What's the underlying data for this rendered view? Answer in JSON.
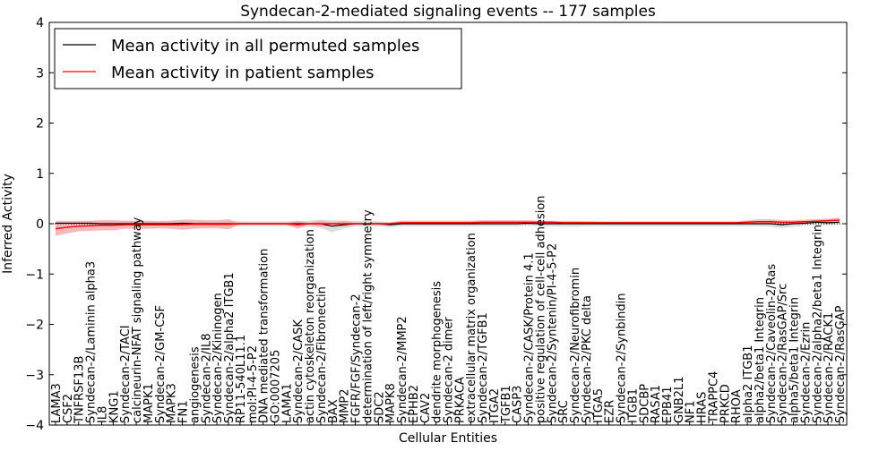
{
  "chart_data": {
    "type": "line",
    "title": "Syndecan-2-mediated signaling events -- 177 samples",
    "xlabel": "Cellular Entities",
    "ylabel": "Inferred Activity",
    "ylim": [
      -4,
      4
    ],
    "yticks": [
      -4,
      -3,
      -2,
      -1,
      0,
      1,
      2,
      3,
      4
    ],
    "grid": false,
    "legend_position": "top-left",
    "categories": [
      "LAMA3",
      "CSF2",
      "TNFRSF13B",
      "Syndecan-2/Laminin alpha3",
      "IL8",
      "KNG1",
      "Syndecan-2/TACI",
      "calcineurin-NFAT signaling pathway",
      "MAPK1",
      "Syndecan-2/GM-CSF",
      "MAPK3",
      "FN1",
      "angiogenesis",
      "Syndecan-2/IL8",
      "Syndecan-2/Kininogen",
      "Syndecan-2/alpha2 ITGB1",
      "RP11-540L11.1",
      "mol:PI-4-5-P2",
      "DNA mediated transformation",
      "GO:0007205",
      "LAMA1",
      "Syndecan-2/CASK",
      "actin cytoskeleton reorganization",
      "Syndecan-2/Fibronectin",
      "BAX",
      "MMP2",
      "FGFR/FGF/Syndecan-2",
      "determination of left/right symmetry",
      "SDC2",
      "MAPK8",
      "Syndecan-2/MMP2",
      "EPHB2",
      "CAV2",
      "dendrite morphogenesis",
      "Syndecan-2 dimer",
      "PRKACA",
      "extracellular matrix organization",
      "Syndecan-2/TGFB1",
      "ITGA2",
      "TGFB1",
      "CASP3",
      "Syndecan-2/CASK/Protein 4.1",
      "positive regulation of cell-cell adhesion",
      "Syndecan-2/Syntenin/PI-4-5-P2",
      "SRC",
      "Syndecan-2/Neurofibromin",
      "Syndecan-2/PKC delta",
      "ITGA5",
      "EZR",
      "Syndecan-2/Synbindin",
      "ITGB1",
      "SDCBP",
      "RASA1",
      "EPB41",
      "GNB2L1",
      "NF1",
      "HRAS",
      "TRAPPC4",
      "PRKCD",
      "RHOA",
      "alpha2 ITGB1",
      "alpha2/beta1 Integrin",
      "Syndecan-2/Caveolin-2/Ras",
      "Syndecan-2/RasGAP/Src",
      "alpha5/beta1 Integrin",
      "Syndecan-2/Ezrin",
      "Syndecan-2/alpha2/beta1 Integrin",
      "Syndecan-2/RACK1",
      "Syndecan-2/RasGAP"
    ],
    "series": [
      {
        "name": "Mean activity in all permuted samples",
        "color": "#000000",
        "band_color": "#d9d9d9",
        "values": [
          0.01,
          0.01,
          0.01,
          0.01,
          0,
          0,
          0,
          0,
          0,
          0,
          0,
          0.01,
          0,
          0,
          0,
          0,
          0,
          0,
          0,
          0,
          0,
          0,
          0,
          0,
          -0.05,
          -0.02,
          0,
          0,
          0,
          -0.02,
          0,
          0,
          0,
          0,
          0,
          0,
          0,
          0,
          0,
          0,
          0,
          0.01,
          0,
          0,
          0,
          0,
          0,
          0,
          0,
          0,
          0,
          0,
          0,
          0,
          0,
          0,
          0,
          0,
          0,
          0,
          0,
          0,
          0,
          -0.02,
          0,
          0.01,
          0.03,
          0.02,
          0.03
        ],
        "band_halfwidth": [
          0.05,
          0.05,
          0.05,
          0.05,
          0.05,
          0.05,
          0.05,
          0.05,
          0.05,
          0.05,
          0.05,
          0.05,
          0.05,
          0.05,
          0.05,
          0.05,
          0.05,
          0.05,
          0.05,
          0.05,
          0.05,
          0.05,
          0.06,
          0.08,
          0.12,
          0.08,
          0.06,
          0.05,
          0.05,
          0.05,
          0.05,
          0.05,
          0.05,
          0.05,
          0.05,
          0.05,
          0.05,
          0.05,
          0.05,
          0.05,
          0.05,
          0.05,
          0.05,
          0.05,
          0.06,
          0.06,
          0.05,
          0.05,
          0.05,
          0.05,
          0.05,
          0.05,
          0.05,
          0.05,
          0.05,
          0.05,
          0.05,
          0.05,
          0.05,
          0.05,
          0.05,
          0.05,
          0.06,
          0.07,
          0.06,
          0.05,
          0.05,
          0.05,
          0.05
        ]
      },
      {
        "name": "Mean activity in patient samples",
        "color": "#ff0000",
        "band_color": "#f4a6a6",
        "values": [
          -0.1,
          -0.07,
          -0.05,
          -0.04,
          -0.03,
          -0.03,
          -0.02,
          -0.02,
          -0.02,
          -0.02,
          -0.02,
          -0.02,
          -0.01,
          -0.01,
          -0.01,
          -0.01,
          0,
          0,
          0,
          0,
          0,
          -0.02,
          0,
          0,
          0,
          0,
          0,
          0,
          0,
          0,
          0.02,
          0.02,
          0.02,
          0.02,
          0.02,
          0.02,
          0.02,
          0.03,
          0.03,
          0.03,
          0.03,
          0.03,
          0.03,
          0.03,
          0.02,
          0.02,
          0.02,
          0.02,
          0.02,
          0.02,
          0.02,
          0.02,
          0.02,
          0.02,
          0.02,
          0.02,
          0.02,
          0.02,
          0.02,
          0.02,
          0.03,
          0.04,
          0.04,
          0.03,
          0.03,
          0.04,
          0.05,
          0.06,
          0.07
        ],
        "band_halfwidth": [
          0.14,
          0.12,
          0.1,
          0.1,
          0.1,
          0.1,
          0.08,
          0.08,
          0.08,
          0.07,
          0.08,
          0.1,
          0.09,
          0.08,
          0.08,
          0.1,
          0.02,
          0.02,
          0.02,
          0.02,
          0.02,
          0.08,
          0.02,
          0.06,
          0.03,
          0.06,
          0.02,
          0.02,
          0.02,
          0.03,
          0.04,
          0.04,
          0.04,
          0.04,
          0.04,
          0.04,
          0.04,
          0.04,
          0.04,
          0.04,
          0.04,
          0.04,
          0.03,
          0.03,
          0.03,
          0.03,
          0.03,
          0.03,
          0.02,
          0.02,
          0.02,
          0.02,
          0.02,
          0.02,
          0.02,
          0.02,
          0.02,
          0.02,
          0.02,
          0.02,
          0.04,
          0.05,
          0.05,
          0.04,
          0.04,
          0.04,
          0.04,
          0.04,
          0.05
        ]
      }
    ]
  }
}
